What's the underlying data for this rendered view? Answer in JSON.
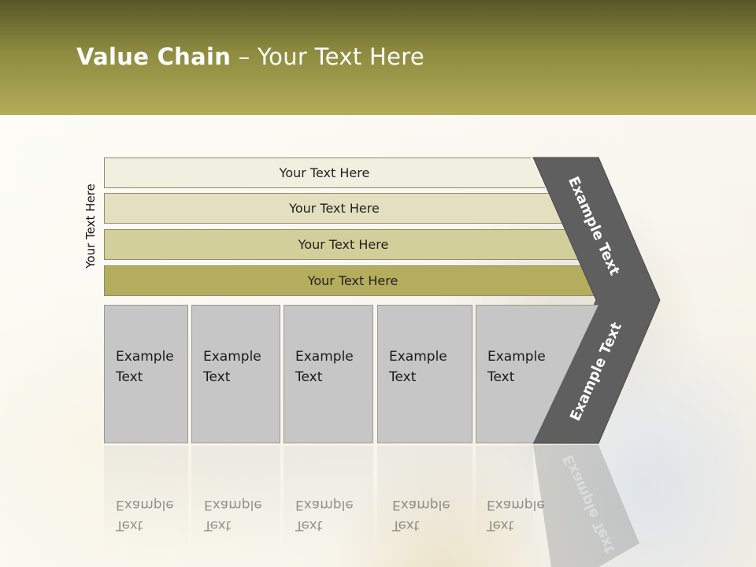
{
  "title": {
    "bold": "Value Chain",
    "rest": " – Your Text Here"
  },
  "side_label": "Your Text Here",
  "bars": [
    {
      "label": "Your Text Here",
      "color": "#f0efe0"
    },
    {
      "label": "Your Text Here",
      "color": "#e3e0c0"
    },
    {
      "label": "Your Text Here",
      "color": "#d3cf9a"
    },
    {
      "label": "Your Text Here",
      "color": "#b4ad5e"
    }
  ],
  "columns": [
    {
      "line1": "Example",
      "line2": "Text"
    },
    {
      "line1": "Example",
      "line2": "Text"
    },
    {
      "line1": "Example",
      "line2": "Text"
    },
    {
      "line1": "Example",
      "line2": "Text"
    },
    {
      "line1": "Example",
      "line2": "Text"
    }
  ],
  "chevron": {
    "upper_text": "Example Text",
    "lower_text": "Example Text",
    "color": "#5f5f5f"
  }
}
